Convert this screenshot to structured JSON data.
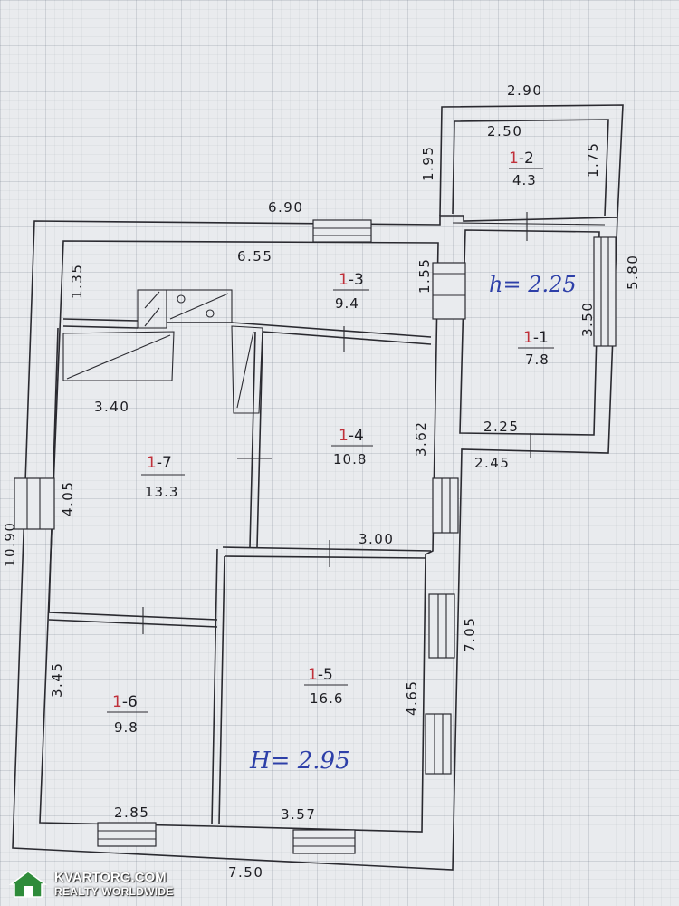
{
  "dimensions": {
    "annex_width": "2.90",
    "annex_inner_top": "2.50",
    "annex_left": "1.95",
    "annex_right": "1.75",
    "top_wall": "6.90",
    "room13_top": "6.55",
    "room13_left": "1.35",
    "room13_right": "1.55",
    "right_outer": "5.80",
    "room11_right": "3.50",
    "room11_bottom_inner": "2.25",
    "room11_bottom_outer": "2.45",
    "room17_width": "3.40",
    "room17_height": "4.05",
    "room14_height": "3.62",
    "room14_bottom": "3.00",
    "left_outer": "10.90",
    "right_lower": "7.05",
    "room15_height": "4.65",
    "room16_height": "3.45",
    "room16_bottom": "2.85",
    "room15_bottom": "3.57",
    "bottom_outer": "7.50"
  },
  "rooms": [
    {
      "id": "1-2",
      "area": "4.3"
    },
    {
      "id": "1-3",
      "area": "9.4"
    },
    {
      "id": "1-1",
      "area": "7.8"
    },
    {
      "id": "1-4",
      "area": "10.8"
    },
    {
      "id": "1-7",
      "area": "13.3"
    },
    {
      "id": "1-5",
      "area": "16.6"
    },
    {
      "id": "1-6",
      "area": "9.8"
    }
  ],
  "annotations": {
    "annex_height": "h= 2.25",
    "main_height": "H= 2.95"
  },
  "watermark": {
    "title": "KVARTORG.COM",
    "subtitle": "REALTY WORLDWIDE"
  },
  "colors": {
    "ink": "#2a2a30",
    "room_prefix_red": "#c0303a",
    "annotation_blue": "#2d3fa8",
    "watermark_green": "#2e8b3a"
  }
}
